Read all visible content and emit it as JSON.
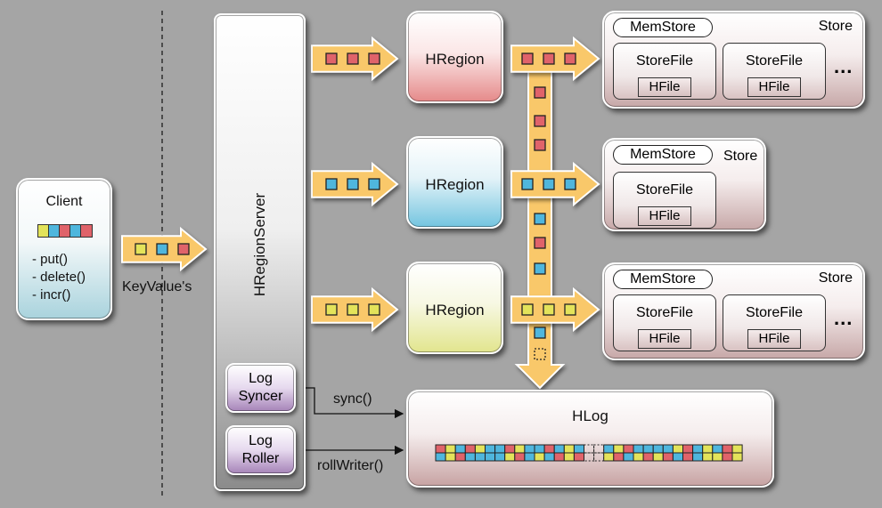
{
  "client": {
    "title": "Client",
    "methods": [
      "- put()",
      "- delete()",
      "- incr()"
    ]
  },
  "keyvalues_label": "KeyValue's",
  "server": {
    "title": "HRegionServer",
    "log_syncer": [
      "Log",
      "Syncer"
    ],
    "log_roller": [
      "Log",
      "Roller"
    ]
  },
  "regions": [
    {
      "label": "HRegion"
    },
    {
      "label": "HRegion"
    },
    {
      "label": "HRegion"
    }
  ],
  "stores": [
    {
      "memstore": "MemStore",
      "store": "Store",
      "storefiles": [
        "StoreFile",
        "StoreFile"
      ],
      "hfile": "HFile",
      "more": "..."
    },
    {
      "memstore": "MemStore",
      "store": "Store",
      "storefiles": [
        "StoreFile"
      ],
      "hfile": "HFile"
    },
    {
      "memstore": "MemStore",
      "store": "Store",
      "storefiles": [
        "StoreFile",
        "StoreFile"
      ],
      "hfile": "HFile",
      "more": "..."
    }
  ],
  "hlog": {
    "label": "HLog"
  },
  "edges": {
    "sync": "sync()",
    "rollwriter": "rollWriter()"
  },
  "colors": {
    "red": "#e0636a",
    "blue": "#4fb6dd",
    "yellow": "#e3e35a",
    "arrow_fill": "#f9c86a",
    "arrow_stroke": "#ffffff"
  }
}
